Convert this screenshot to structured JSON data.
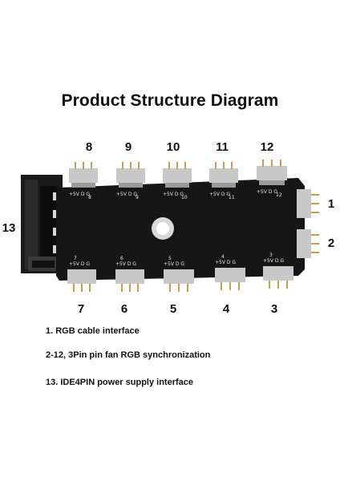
{
  "title": "Product Structure Diagram",
  "top_labels": [
    "8",
    "9",
    "10",
    "11",
    "12"
  ],
  "bottom_labels": [
    "7",
    "6",
    "5",
    "4",
    "3"
  ],
  "side_labels": {
    "right_top": "1",
    "right_bottom": "2",
    "left": "13"
  },
  "notes": [
    "1. RGB cable interface",
    "2-12, 3Pin pin fan RGB synchronization",
    "13. IDE4PIN power supply interface"
  ],
  "pcb_labels": {
    "top_header": "+5V D G",
    "bottom_header": "+5V D G",
    "board_numbers_top": [
      "8",
      "9",
      "10",
      "11",
      "12"
    ],
    "board_numbers_bottom": [
      "7",
      "6",
      "5",
      "4",
      "3"
    ]
  },
  "colors": {
    "pcb": "#161616",
    "connector": "#c8c8c8",
    "pin": "#c9a04a"
  }
}
